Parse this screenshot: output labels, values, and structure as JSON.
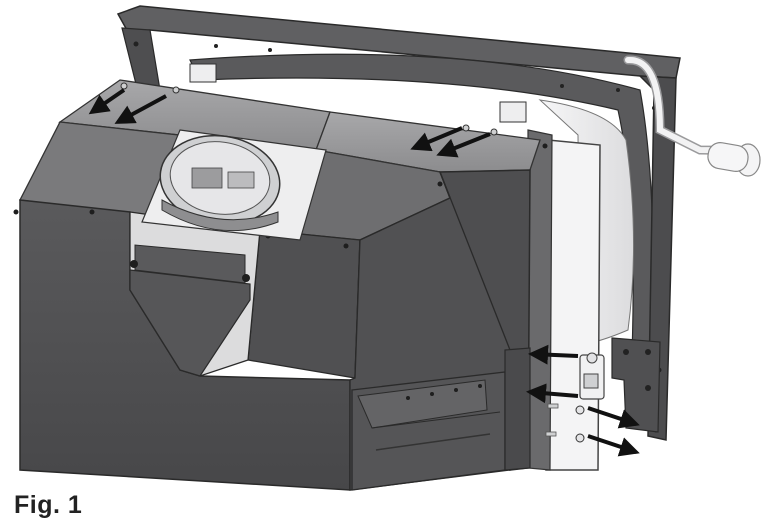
{
  "figure": {
    "caption": "Fig. 1",
    "subject": "stove-top-assembly-exploded-view",
    "arrow_directions": {
      "top_left_pair": "down-left",
      "top_right_pair": "down-left",
      "side_upper": "left",
      "side_lower": "left",
      "right_lower_pair": "down-right"
    }
  },
  "colors": {
    "body_dark": "#4a4a4c",
    "body_mid": "#5c5c5e",
    "body_light": "#7a7a7c",
    "top_light": "#9a9a9c",
    "frame": "#555557",
    "glass": "#eeeeef",
    "arrow": "#111111",
    "caption": "#222222"
  }
}
